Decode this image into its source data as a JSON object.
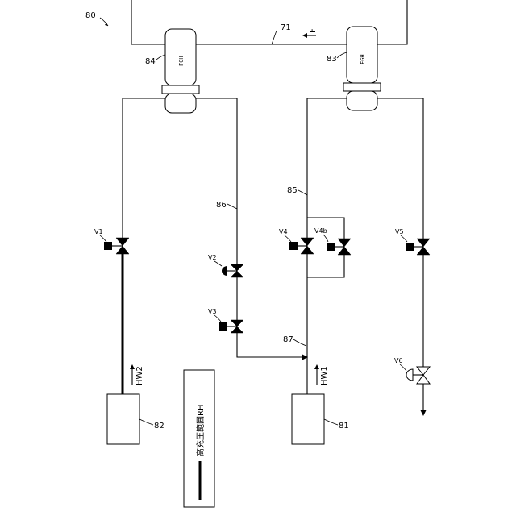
{
  "figure": {
    "system_ref": "80",
    "duct_ref": "71",
    "flow_arrow_label": "F",
    "fgh_left": {
      "ref": "84",
      "text": "FGH"
    },
    "fgh_right": {
      "ref": "83",
      "text": "FGH"
    },
    "pipe_refs": {
      "left_loop": "86",
      "right_loop": "85",
      "branch": "87"
    },
    "valves": {
      "v1": "V1",
      "v2": "V2",
      "v3": "V3",
      "v4": "V4",
      "v4b": "V4b",
      "v5": "V5",
      "v6": "V6"
    },
    "sources": {
      "left": {
        "ref": "82",
        "flow_label": "HW2"
      },
      "right": {
        "ref": "81",
        "flow_label": "HW1"
      }
    },
    "legend": {
      "text": "高充圧範囲RH"
    }
  }
}
